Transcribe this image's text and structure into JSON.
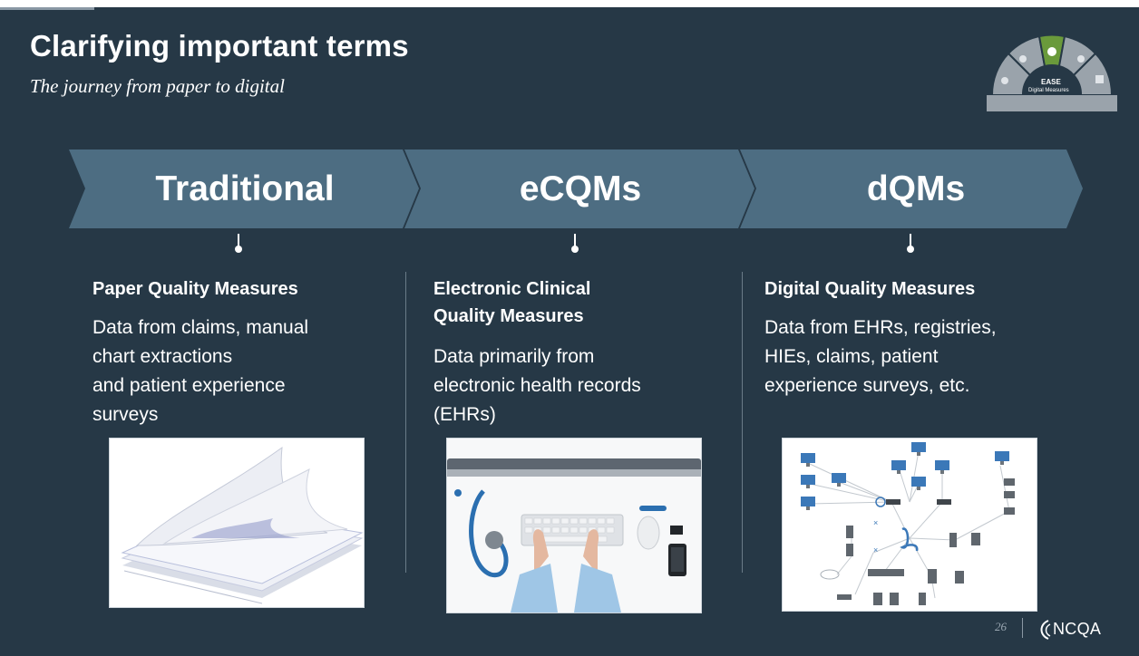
{
  "header": {
    "title": "Clarifying important terms",
    "subtitle": "The journey from paper to digital"
  },
  "logo": {
    "line1": "EASE",
    "line2": "Digital Measures"
  },
  "colors": {
    "background": "#263846",
    "chevron": "#4d6d82",
    "text": "#ffffff",
    "logo_green": "#6a9a3b",
    "logo_gray": "#9aa3ab"
  },
  "columns": [
    {
      "arrow_label": "Traditional",
      "title": "Paper Quality Measures",
      "body": [
        "Data from claims, manual",
        "chart extractions",
        "and patient experience",
        "surveys"
      ],
      "image_icon": "paper-stack-image"
    },
    {
      "arrow_label": "eCQMs",
      "title": "Electronic Clinical Quality Measures",
      "title_lines": [
        "Electronic Clinical",
        "Quality Measures"
      ],
      "body": [
        "Data primarily from",
        "electronic health records",
        "(EHRs)"
      ],
      "image_icon": "computer-stethoscope-image"
    },
    {
      "arrow_label": "dQMs",
      "title": "Digital Quality Measures",
      "body": [
        "Data from EHRs, registries,",
        "HIEs, claims, patient",
        "experience surveys, etc."
      ],
      "image_icon": "network-diagram-image"
    }
  ],
  "footer": {
    "page_number": "26",
    "brand": "NCQA"
  }
}
